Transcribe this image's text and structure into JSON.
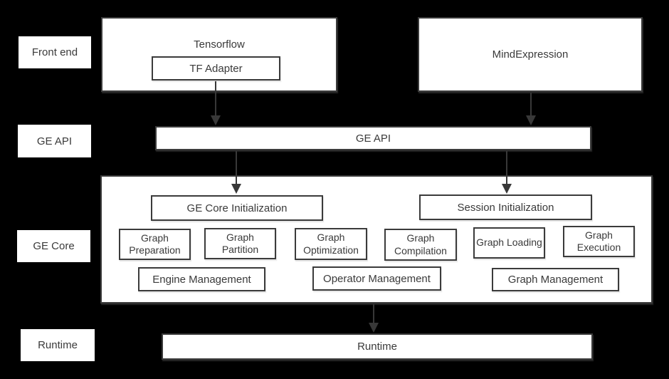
{
  "colors": {
    "background": "#000000",
    "box_fill": "#ffffff",
    "box_border": "#3b3b3b",
    "text": "#3a3a3a",
    "arrow": "#383838"
  },
  "row_labels": {
    "front_end": "Front end",
    "ge_api": "GE API",
    "ge_core": "GE Core",
    "runtime": "Runtime"
  },
  "front_end_layer": {
    "tensorflow": "Tensorflow",
    "tf_adapter": "TF Adapter",
    "mindexpression": "MindExpression"
  },
  "ge_api_layer": {
    "ge_api": "GE API"
  },
  "ge_core_layer": {
    "ge_core_initialization": "GE Core Initialization",
    "session_initialization": "Session Initialization",
    "graph_preparation": "Graph Preparation",
    "graph_partition": "Graph Partition",
    "graph_optimization": "Graph Optimization",
    "graph_compilation": "Graph Compilation",
    "graph_loading": "Graph Loading",
    "graph_execution": "Graph Execution",
    "engine_management": "Engine Management",
    "operator_management": "Operator Management",
    "graph_management": "Graph Management"
  },
  "runtime_layer": {
    "runtime": "Runtime"
  }
}
